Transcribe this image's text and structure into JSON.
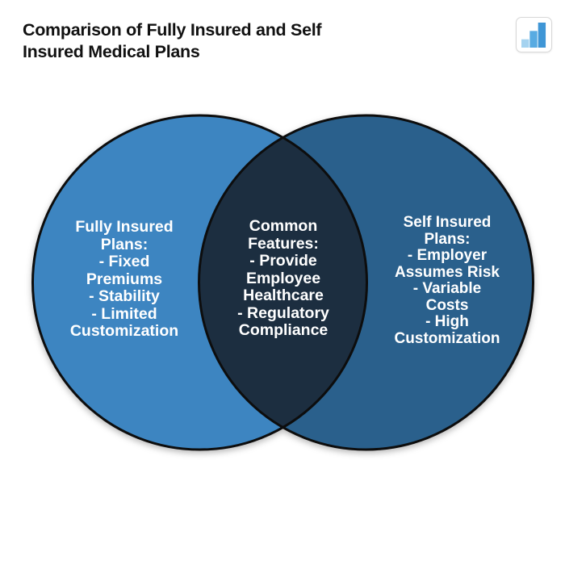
{
  "header": {
    "title": "Comparison of Fully Insured and Self\nInsured Medical Plans",
    "title_color": "#111111",
    "logo": {
      "icon": "bar-chart-icon",
      "bar_colors": [
        "#a5d3f0",
        "#58abe2",
        "#3f96d6"
      ]
    }
  },
  "venn": {
    "outline_color": "#0b0b0b",
    "text_color": "#ffffff",
    "left_circle": {
      "fill": "#3d85c1",
      "label": "Fully Insured\nPlans:\n- Fixed\nPremiums\n- Stability\n- Limited\nCustomization"
    },
    "right_circle": {
      "fill": "#2a618c",
      "label": "Self Insured\nPlans:\n- Employer\nAssumes Risk\n- Variable\nCosts\n- High\nCustomization"
    },
    "overlap": {
      "fill": "#1c2e40",
      "label": "Common\nFeatures:\n- Provide\nEmployee\nHealthcare\n- Regulatory\nCompliance"
    }
  }
}
